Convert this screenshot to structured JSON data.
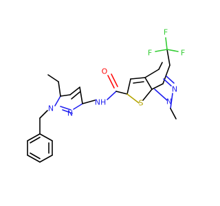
{
  "colors": {
    "background": "#ffffff",
    "carbon_bond": "#000000",
    "nitrogen": "#2121f0",
    "oxygen": "#ff0d0d",
    "sulfur": "#b3a300",
    "fluorine": "#33cc33"
  },
  "atoms": {
    "fluorine_top": "F",
    "fluorine_left": "F",
    "fluorine_right": "F",
    "oxygen": "O",
    "nh_amide": "NH",
    "nitrogen_pyrazole_right": "N",
    "nitrogen_methyl_right": "N",
    "sulfur": "S",
    "nitrogen_pyrazole_left": "N",
    "nitrogen_benzyl_left": "N"
  }
}
